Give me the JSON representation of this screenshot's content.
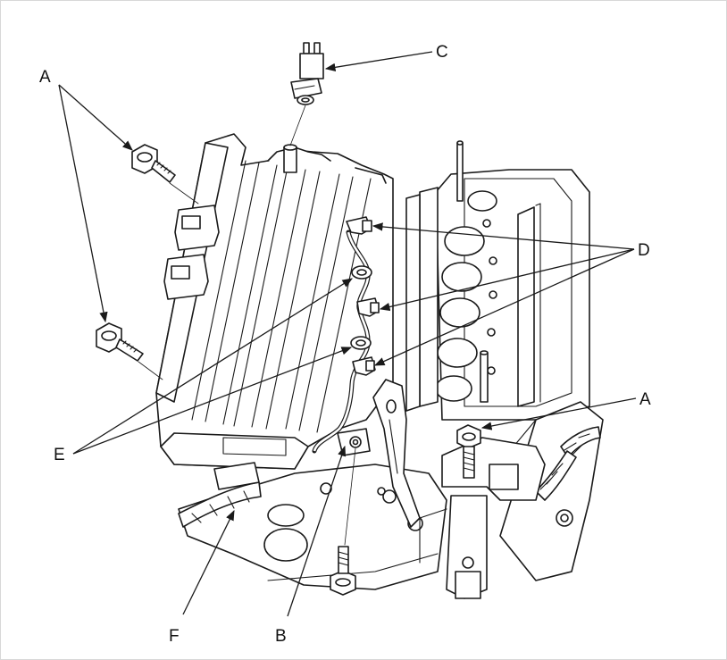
{
  "callouts": {
    "a_top_left": "A",
    "a_right": "A",
    "b": "B",
    "c": "C",
    "d": "D",
    "e": "E",
    "f": "F"
  },
  "colors": {
    "line": "#1a1a1a",
    "background": "#ffffff"
  },
  "icons": [
    "bolt-icon",
    "connector-icon",
    "harness-clip-icon",
    "harness-clamp-icon",
    "bracket-icon"
  ]
}
